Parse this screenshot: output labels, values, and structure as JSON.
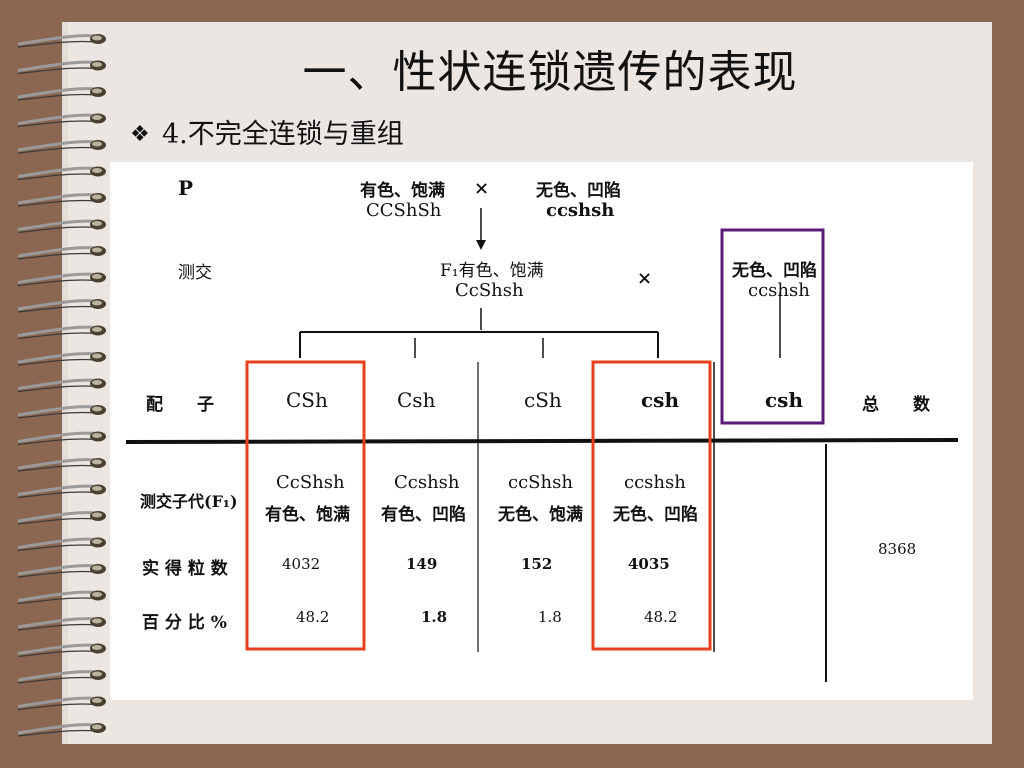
{
  "slide": {
    "title": "一、性状连锁遗传的表现",
    "bullet": "4.不完全连锁与重组",
    "bullet_symbol": "❖"
  },
  "figure": {
    "parent_label": "P",
    "parent1_traits": "有色、饱满",
    "parent1_genotype": "CCShSh",
    "cross_sign": "×",
    "parent2_traits": "无色、凹陷",
    "parent2_genotype": "ccshsh",
    "testcross_label": "测交",
    "f1_traits": "F₁有色、饱满",
    "f1_genotype": "CcShsh",
    "testcross_sign": "×",
    "tester_traits": "无色、凹陷",
    "tester_genotype": "ccshsh",
    "gamete_label": "配　　子",
    "gametes": [
      "CSh",
      "Csh",
      "cSh",
      "csh"
    ],
    "tester_gamete": "csh",
    "total_label": "总　　数",
    "progeny_label": "测交子代(F₁)",
    "progeny_genotypes": [
      "CcShsh",
      "Ccshsh",
      "ccShsh",
      "ccshsh"
    ],
    "progeny_phenotypes": [
      "有色、饱满",
      "有色、凹陷",
      "无色、饱满",
      "无色、凹陷"
    ],
    "count_label": "实 得 粒 数",
    "counts": [
      "4032",
      "149",
      "152",
      "4035"
    ],
    "total_count": "8368",
    "percent_label": "百 分 比 %",
    "percents": [
      "48.2",
      "1.8",
      "1.8",
      "48.2"
    ]
  },
  "colors": {
    "background": "#8b6650",
    "page": "#ebe6e2",
    "highlight_red": "#e8401c",
    "highlight_purple": "#5a1a78"
  }
}
